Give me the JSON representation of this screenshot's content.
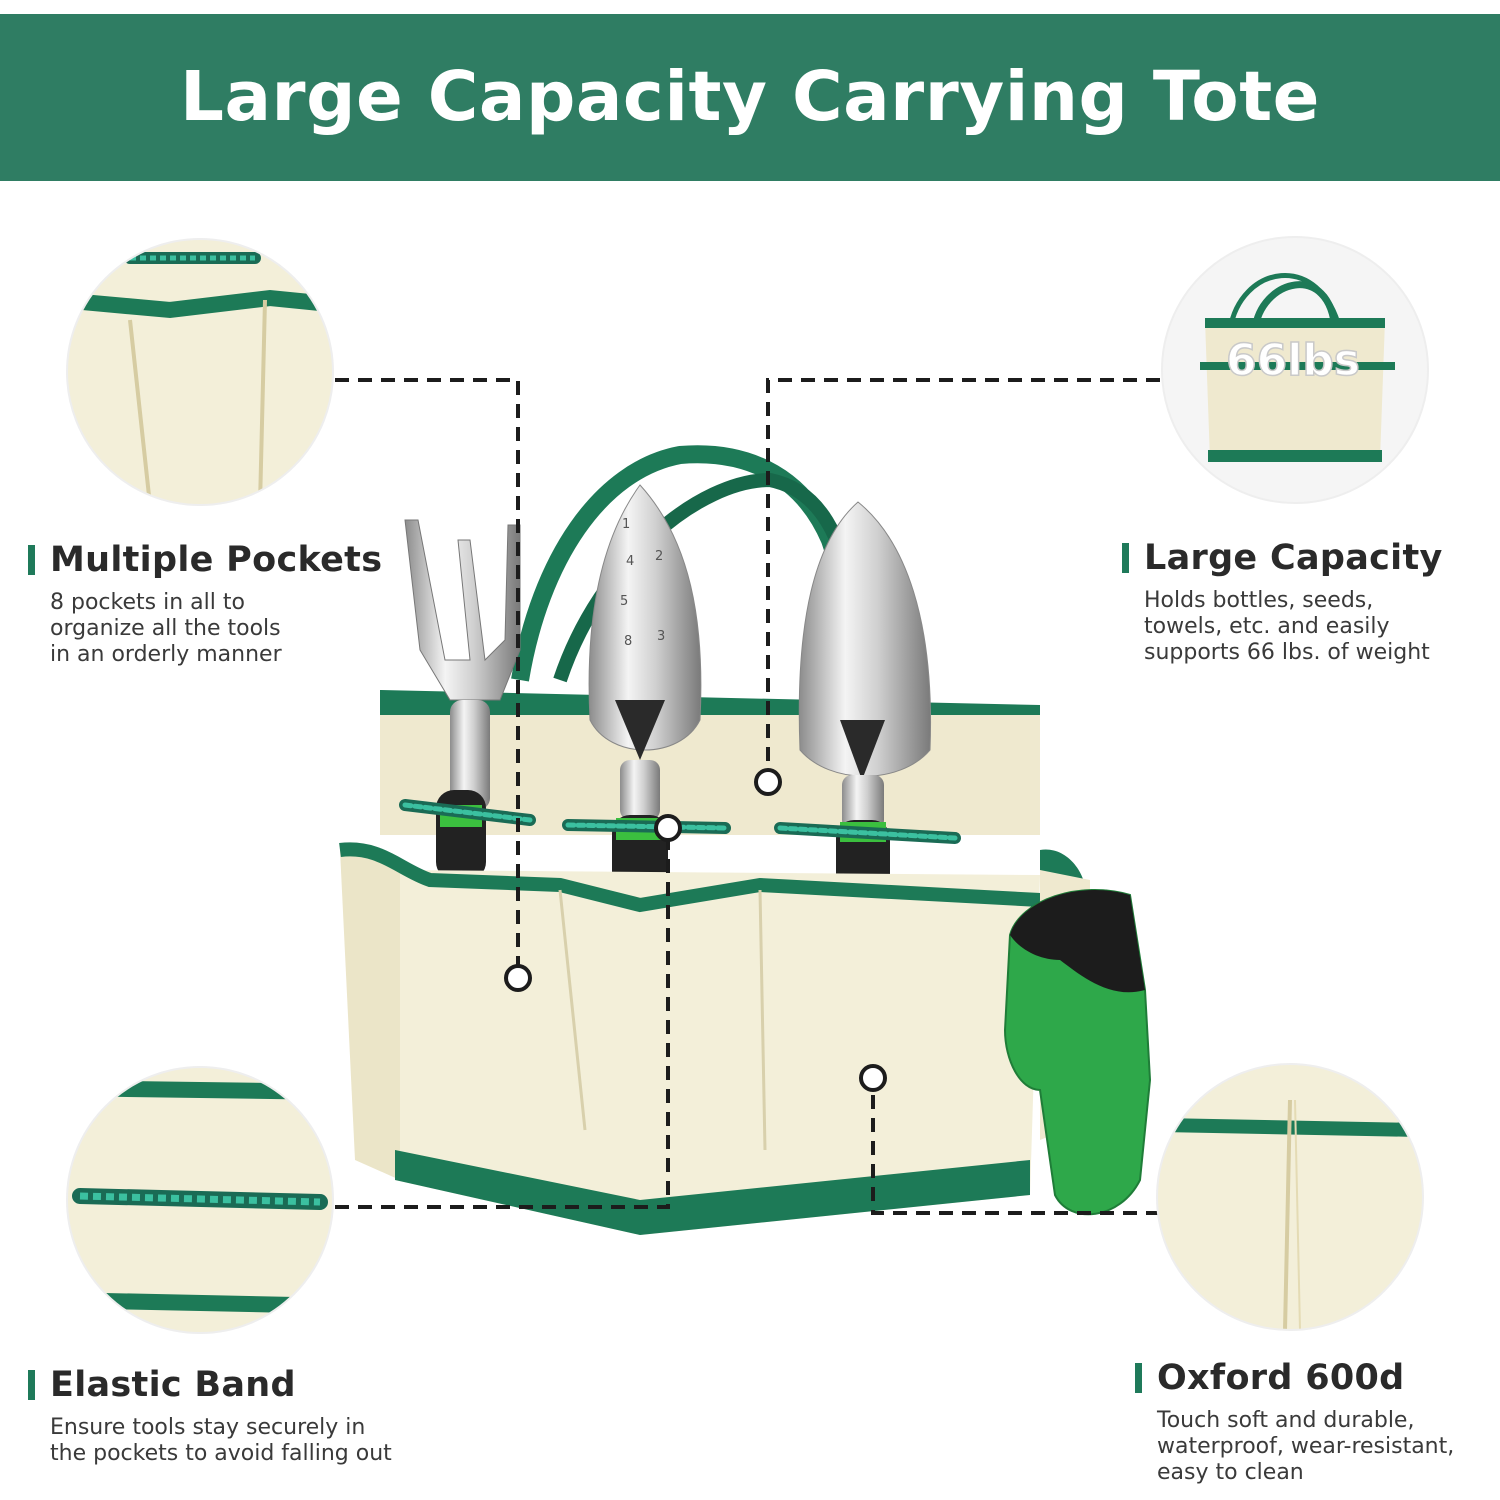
{
  "banner": {
    "title": "Large Capacity Carrying Tote",
    "color": "#2f7d63"
  },
  "features": {
    "pockets": {
      "title": "Multiple Pockets",
      "lines": [
        "8 pockets in all to",
        "organize all the tools",
        "in an orderly manner"
      ]
    },
    "capacity": {
      "title": "Large Capacity",
      "lines": [
        "Holds bottles, seeds,",
        "towels, etc. and easily",
        "supports 66 lbs. of weight"
      ]
    },
    "elastic": {
      "title": "Elastic Band",
      "lines": [
        "Ensure tools stay securely in",
        "the pockets to avoid falling out"
      ]
    },
    "oxford": {
      "title": "Oxford 600d",
      "lines": [
        "Touch soft and durable,",
        "waterproof, wear-resistant,",
        "easy to clean"
      ]
    }
  },
  "capacity_inset_label": "66lbs",
  "colors": {
    "accent_green": "#1f7a5a",
    "fabric": "#f3efd9",
    "trim": "#1d7a57",
    "glove_green": "#2ea84a"
  }
}
